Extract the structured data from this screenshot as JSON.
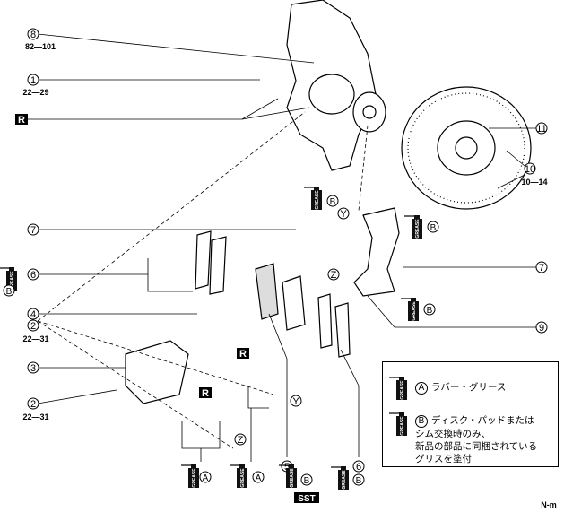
{
  "callouts": {
    "c8": {
      "num": "8",
      "torque": "82—101"
    },
    "c1": {
      "num": "1",
      "torque": "22—29"
    },
    "r_top": "R",
    "c11": {
      "num": "11"
    },
    "c10": {
      "num": "10",
      "torque": "10—14"
    },
    "c7_left": {
      "num": "7"
    },
    "c7_right": {
      "num": "7"
    },
    "c6_left": {
      "num": "6"
    },
    "c4": {
      "num": "4"
    },
    "c2_top": {
      "num": "2",
      "torque": "22—31"
    },
    "c3": {
      "num": "3"
    },
    "c2_bottom": {
      "num": "2",
      "torque": "22—31"
    },
    "c9": {
      "num": "9"
    },
    "c5": {
      "num": "5"
    },
    "c6_bottom": {
      "num": "6"
    },
    "y_top": "Y",
    "y_bottom": "Y",
    "z_top": "Z",
    "z_bottom": "Z",
    "r_mid1": "R",
    "r_mid2": "R",
    "b_marks": [
      "B",
      "B",
      "B",
      "B",
      "B",
      "B"
    ],
    "a_marks": [
      "A",
      "A"
    ],
    "sst": "SST",
    "unit": "N-m"
  },
  "grease_label": "GREASE",
  "legend": {
    "a": {
      "mark": "A",
      "text": "ラバー・グリース"
    },
    "b": {
      "mark": "B",
      "lines": [
        "ディスク・パッドまたは",
        "シム交換時のみ、",
        "新品の部品に同梱されている",
        "グリスを塗付"
      ]
    }
  }
}
